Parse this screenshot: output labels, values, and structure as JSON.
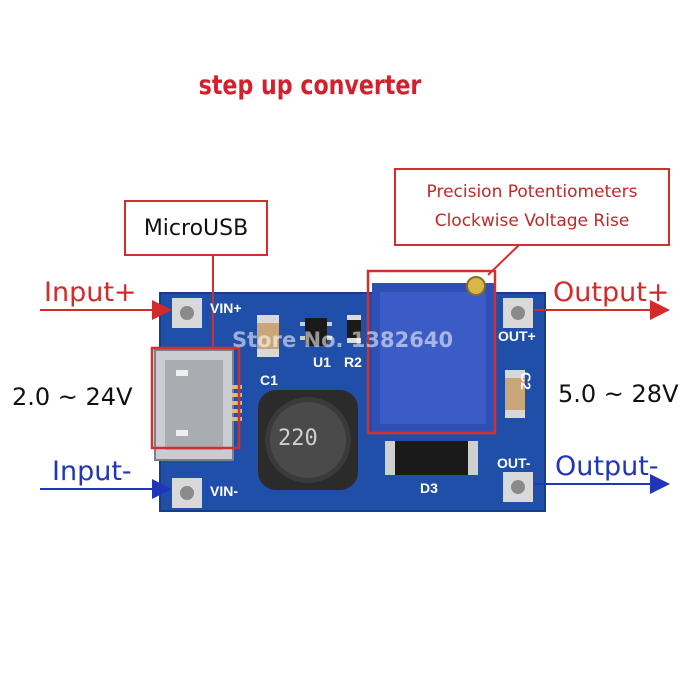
{
  "title": "step up converter",
  "callouts": {
    "usb": "MicroUSB",
    "pot_line1": "Precision Potentiometers",
    "pot_line2": "Clockwise Voltage Rise"
  },
  "labels": {
    "input_plus": "Input+",
    "input_minus": "Input-",
    "output_plus": "Output+",
    "output_minus": "Output-",
    "input_voltage": "2.0 ~ 24V",
    "output_voltage": "5.0 ~ 28V"
  },
  "silkscreen": {
    "vin_plus": "VIN+",
    "vin_minus": "VIN-",
    "out_plus": "OUT+",
    "out_minus": "OUT-",
    "c1": "C1",
    "u1": "U1",
    "r2": "R2",
    "c2": "C2",
    "d3": "D3",
    "inductor": "220"
  },
  "watermark": "Store No. 1382640",
  "colors": {
    "board": "#1f4fa8",
    "callout_border": "#d23030",
    "input_arrow_plus": "#d42a2a",
    "input_arrow_minus": "#1f36b8",
    "potentiometer": "#2e4fb5"
  }
}
